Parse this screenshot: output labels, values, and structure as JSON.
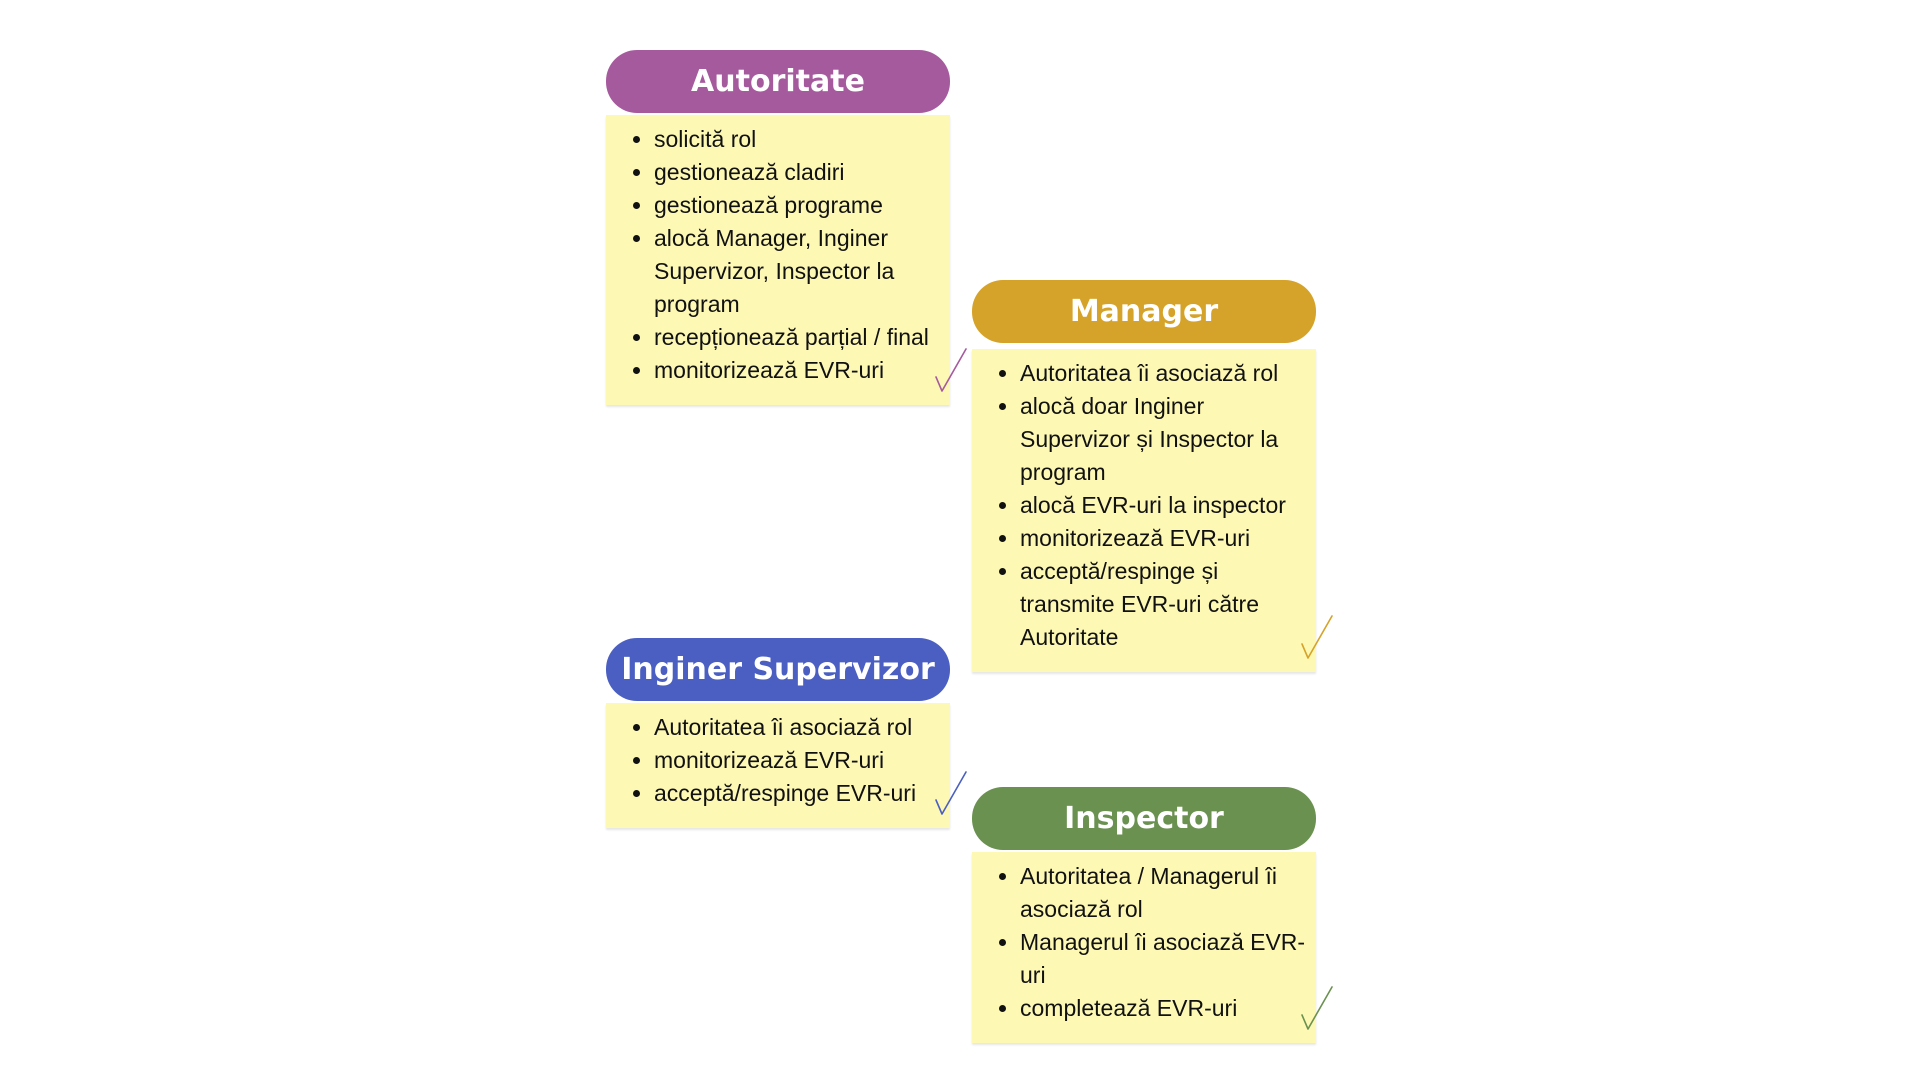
{
  "colors": {
    "note_bg": "#fdf8b4",
    "autoritate": "#a65a9e",
    "manager": "#d6a32a",
    "inginer": "#4a5fc1",
    "inspector": "#6b9150"
  },
  "roles": [
    {
      "id": "autoritate",
      "title": "Autoritate",
      "items": [
        "solicită rol",
        "gestionează cladiri",
        "gestionează programe",
        "alocă Manager, Inginer Supervizor, Inspector la program",
        "recepționează parțial / final",
        "monitorizează EVR-uri"
      ],
      "check_icon": "checkmark-icon"
    },
    {
      "id": "manager",
      "title": "Manager",
      "items": [
        "Autoritatea îi asociază rol",
        "alocă doar Inginer Supervizor și Inspector la program",
        "alocă EVR-uri la inspector",
        "monitorizează EVR-uri",
        "acceptă/respinge și transmite EVR-uri către Autoritate"
      ],
      "check_icon": "checkmark-icon"
    },
    {
      "id": "inginer",
      "title": "Inginer Supervizor",
      "items": [
        "Autoritatea îi asociază rol",
        "monitorizează EVR-uri",
        "acceptă/respinge EVR-uri"
      ],
      "check_icon": "checkmark-icon"
    },
    {
      "id": "inspector",
      "title": "Inspector",
      "items": [
        "Autoritatea / Managerul îi asociază rol",
        "Managerul îi asociază EVR-uri",
        "completează EVR-uri"
      ],
      "check_icon": "checkmark-icon"
    }
  ]
}
